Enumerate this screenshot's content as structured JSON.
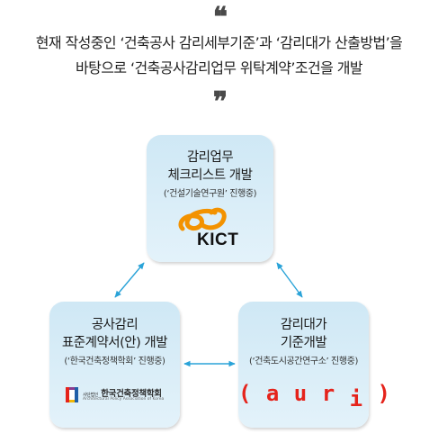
{
  "intro": {
    "line1": "현재 작성중인 ‘건축공사 감리세부기준’과 ‘감리대가 산출방법’을",
    "line2": "바탕으로 ‘건축공사감리업무 위탁계약’조건을 개발",
    "quote_open": "❝",
    "quote_close": "❞"
  },
  "nodes": {
    "top": {
      "title_line1": "감리업무",
      "title_line2": "체크리스트 개발",
      "subtitle": "(‘건설기술연구원’ 진행중)",
      "logo_text": "KICT"
    },
    "left": {
      "title_line1": "공사감리",
      "title_line2": "표준계약서(안) 개발",
      "subtitle": "(‘한국건축정책학회’ 진행중)",
      "logo_name": "한국건축정책학회",
      "logo_small": "사단법인",
      "logo_english": "Architectural Policy Association of Korea"
    },
    "right": {
      "title_line1": "감리대가",
      "title_line2": "기준개발",
      "subtitle": "(‘건축도시공간연구소’ 진행중)",
      "logo_text_a": "( a u r ",
      "logo_text_i": "i",
      "logo_text_b": " )"
    }
  },
  "colors": {
    "box_fill": "#d6ecf8",
    "arrow": "#2aa3d8",
    "kict_orange": "#f39200",
    "auri_red": "#e5231b"
  }
}
